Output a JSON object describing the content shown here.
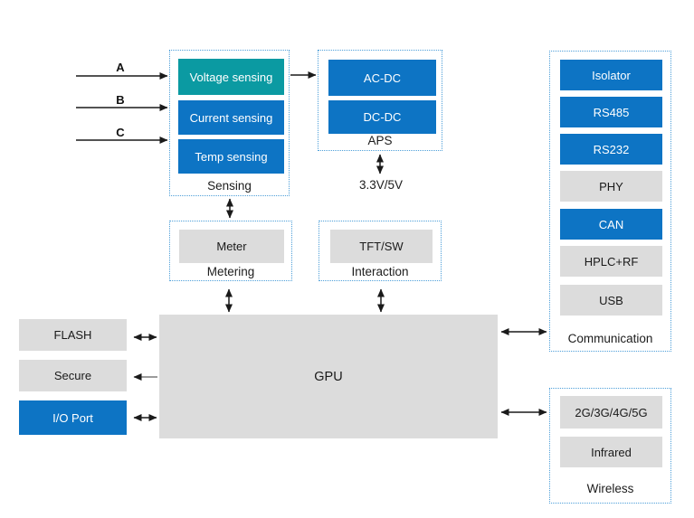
{
  "colors": {
    "accent_blue": "#0d74c4",
    "accent_teal": "#0b9aa2",
    "box_gray": "#dcdcdc",
    "group_border_blue": "#4e9fd9",
    "arrow_black": "#1a1a1a"
  },
  "inputs": {
    "a": "A",
    "b": "B",
    "c": "C"
  },
  "power_label": "3.3V/5V",
  "sensing": {
    "label": "Sensing",
    "voltage": "Voltage sensing",
    "current": "Current sensing",
    "temp": "Temp sensing"
  },
  "aps": {
    "label": "APS",
    "acdc": "AC-DC",
    "dcdc": "DC-DC"
  },
  "communication": {
    "label": "Communication",
    "isolator": "Isolator",
    "rs485": "RS485",
    "rs232": "RS232",
    "phy": "PHY",
    "can": "CAN",
    "hplc": "HPLC+RF",
    "usb": "USB"
  },
  "metering": {
    "label": "Metering",
    "meter": "Meter"
  },
  "interaction": {
    "label": "Interaction",
    "tft": "TFT/SW"
  },
  "wireless": {
    "label": "Wireless",
    "cellular": "2G/3G/4G/5G",
    "infrared": "Infrared"
  },
  "cpu": {
    "label": "GPU"
  },
  "left_blocks": {
    "flash": "FLASH",
    "secure": "Secure",
    "ioport": "I/O Port"
  }
}
